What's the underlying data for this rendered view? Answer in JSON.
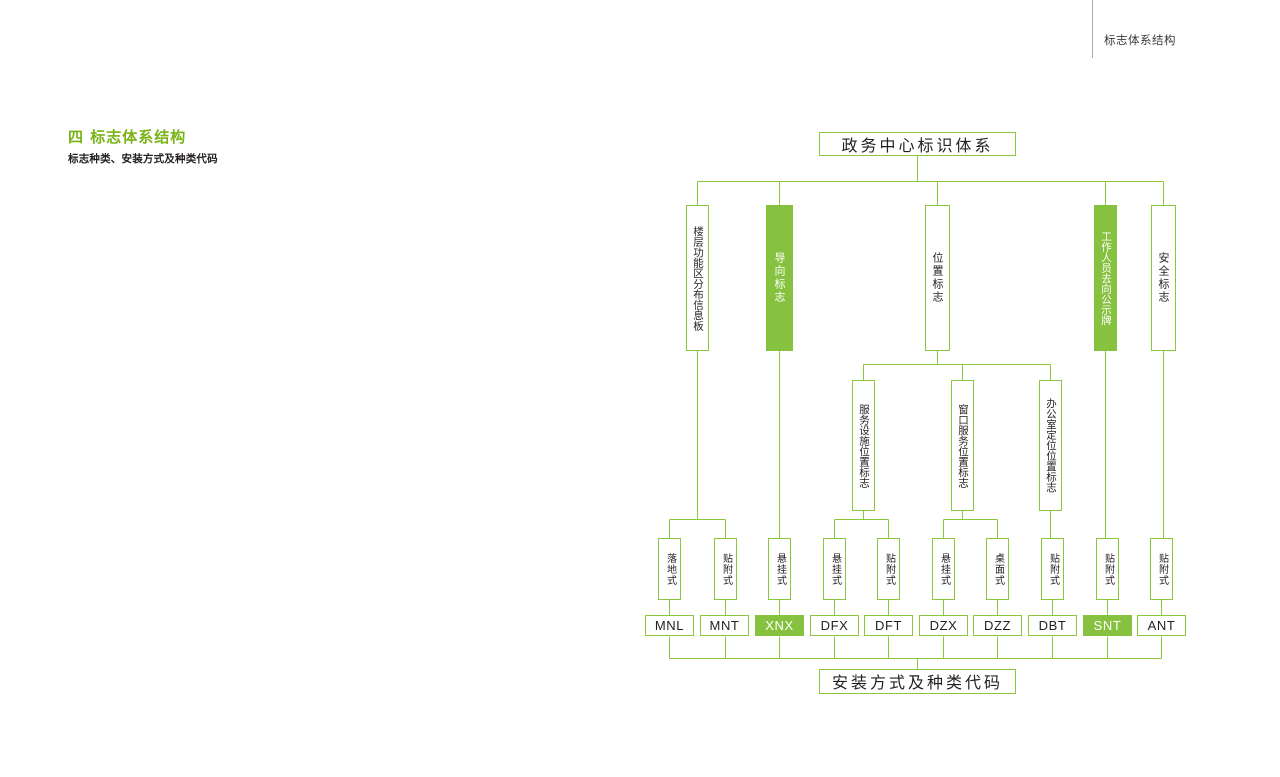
{
  "header": {
    "running_label": "标志体系结构"
  },
  "section": {
    "number_and_title": "四  标志体系结构",
    "subtitle": "标志种类、安装方式及种类代码"
  },
  "colors": {
    "accent_green": "#8cc63e",
    "fill_green": "#86c23f",
    "title_green": "#7ab317",
    "text_dark": "#231f20",
    "rule_gray": "#a7a9ac"
  },
  "diagram": {
    "root": {
      "label": "政务中心标识体系",
      "filled": false
    },
    "footer": {
      "label": "安装方式及种类代码",
      "filled": false
    },
    "level2": [
      {
        "label": "楼层功能区分布信息板",
        "filled": false
      },
      {
        "label": "导向标志",
        "filled": true
      },
      {
        "label": "位置标志",
        "filled": false
      },
      {
        "label": "工作人员去向公示牌",
        "filled": true
      },
      {
        "label": "安全标志",
        "filled": false
      }
    ],
    "level3": [
      {
        "label": "服务设施位置标志",
        "filled": false
      },
      {
        "label": "窗口服务位置标志",
        "filled": false
      },
      {
        "label": "办公室定位位置标志",
        "filled": false
      }
    ],
    "install_methods": [
      {
        "label": "落地式",
        "filled": false
      },
      {
        "label": "贴附式",
        "filled": false
      },
      {
        "label": "悬挂式",
        "filled": false
      },
      {
        "label": "悬挂式",
        "filled": false
      },
      {
        "label": "贴附式",
        "filled": false
      },
      {
        "label": "悬挂式",
        "filled": false
      },
      {
        "label": "桌面式",
        "filled": false
      },
      {
        "label": "贴附式",
        "filled": false
      },
      {
        "label": "贴附式",
        "filled": false
      },
      {
        "label": "贴附式",
        "filled": false
      }
    ],
    "codes": [
      {
        "label": "MNL",
        "filled": false
      },
      {
        "label": "MNT",
        "filled": false
      },
      {
        "label": "XNX",
        "filled": true
      },
      {
        "label": "DFX",
        "filled": false
      },
      {
        "label": "DFT",
        "filled": false
      },
      {
        "label": "DZX",
        "filled": false
      },
      {
        "label": "DZZ",
        "filled": false
      },
      {
        "label": "DBT",
        "filled": false
      },
      {
        "label": "SNT",
        "filled": true
      },
      {
        "label": "ANT",
        "filled": false
      }
    ]
  }
}
